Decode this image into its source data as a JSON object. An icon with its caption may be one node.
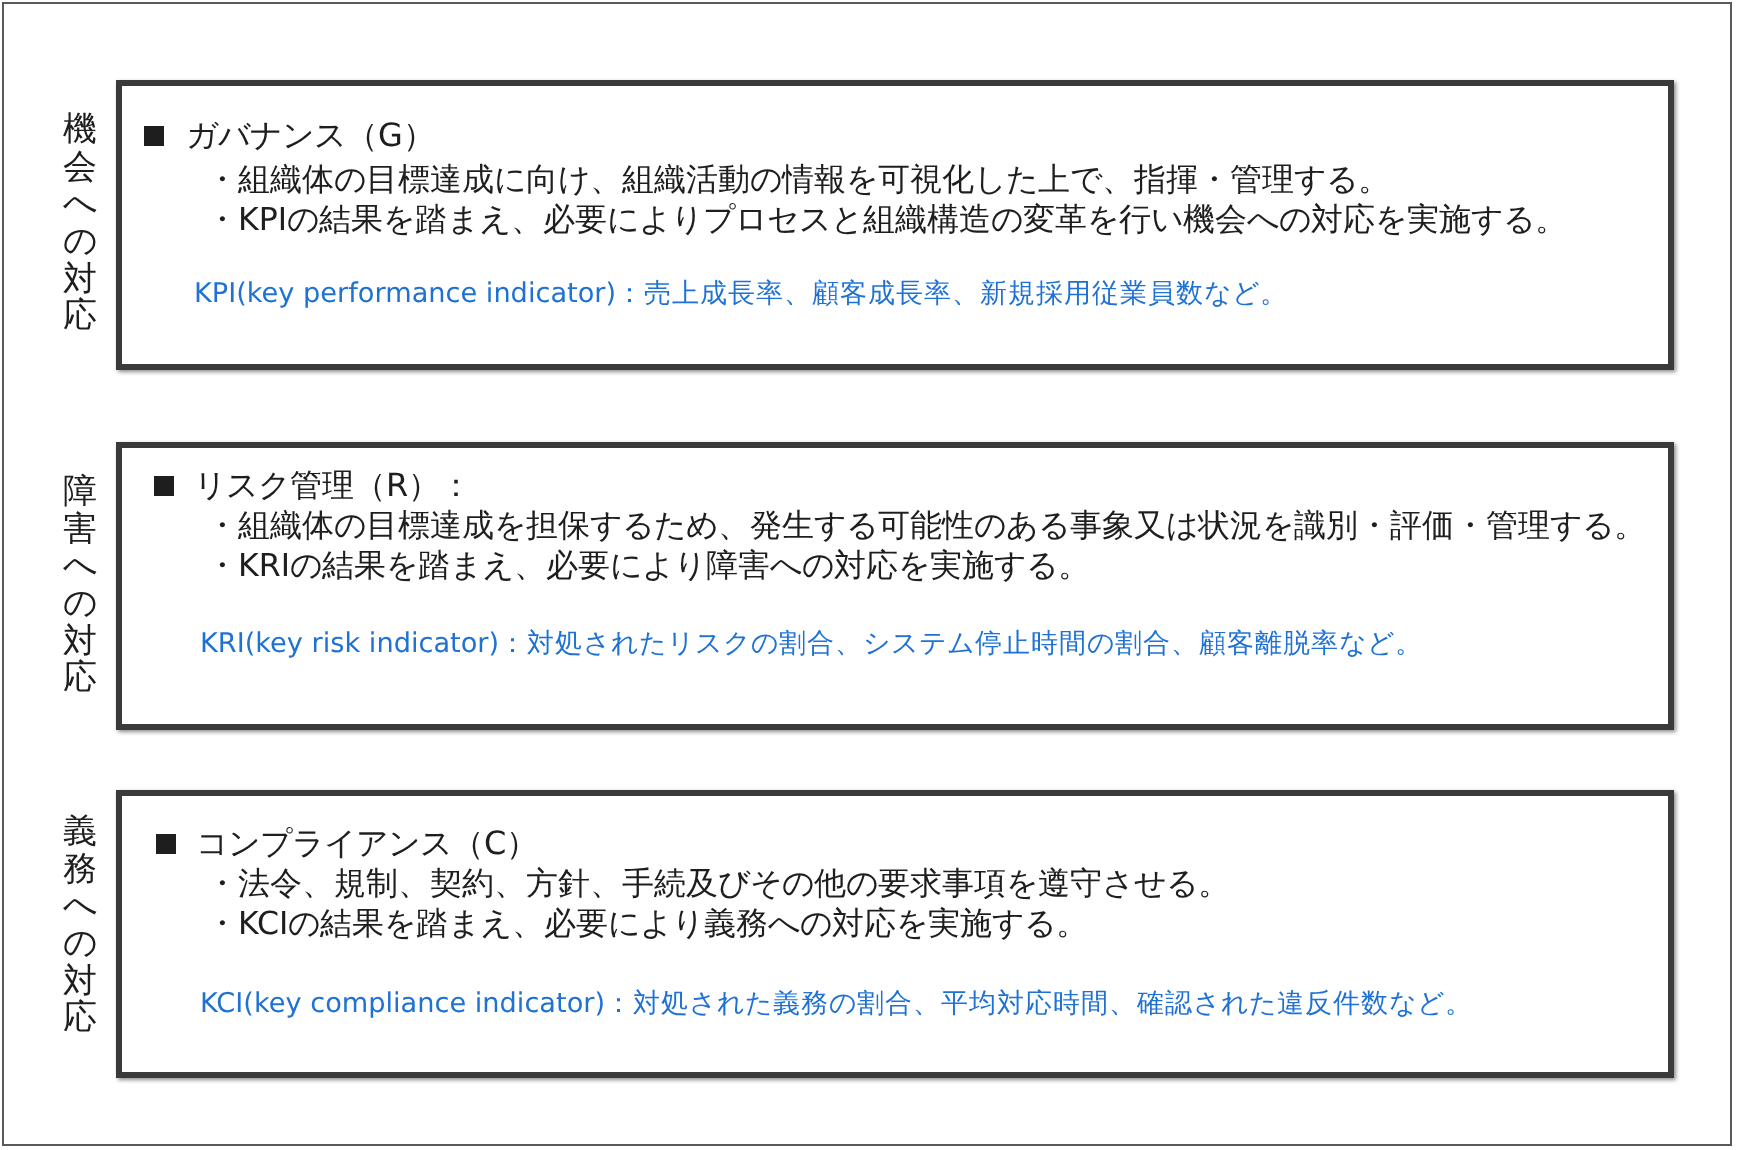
{
  "diagram": {
    "nodes": [
      {
        "text": [
          "機会への対応",
          "ガバナンス（G）",
          "・組織体の目標達成に向け、組織活動の情報を可視化した上で、指揮・管理する。",
          "・KPIの結果を踏まえ、必要によりプロセスと組織構造の変革を行い機会への対応を実施する。",
          "KPI(key performance indicator)：売上成長率、顧客成長率、新規採用従業員数など。"
        ]
      },
      {
        "text": [
          "障害への対応",
          "リスク管理（R）：",
          "・組織体の目標達成を担保するため、発生する可能性のある事象又は状況を識別・評価・管理する。",
          "・KRIの結果を踏まえ、必要により障害への対応を実施する。",
          "KRI(key risk indicator)：対処されたリスクの割合、システム停止時間の割合、顧客離脱率など。"
        ]
      },
      {
        "text": [
          "義務への対応",
          "コンプライアンス（C）",
          "・法令、規制、契約、方針、手続及びその他の要求事項を遵守させる。",
          "・KCIの結果を踏まえ、必要により義務への対応を実施する。",
          "KCI(key compliance indicator)：対処された義務の割合、平均対応時間、確認された違反件数など。"
        ]
      }
    ]
  }
}
